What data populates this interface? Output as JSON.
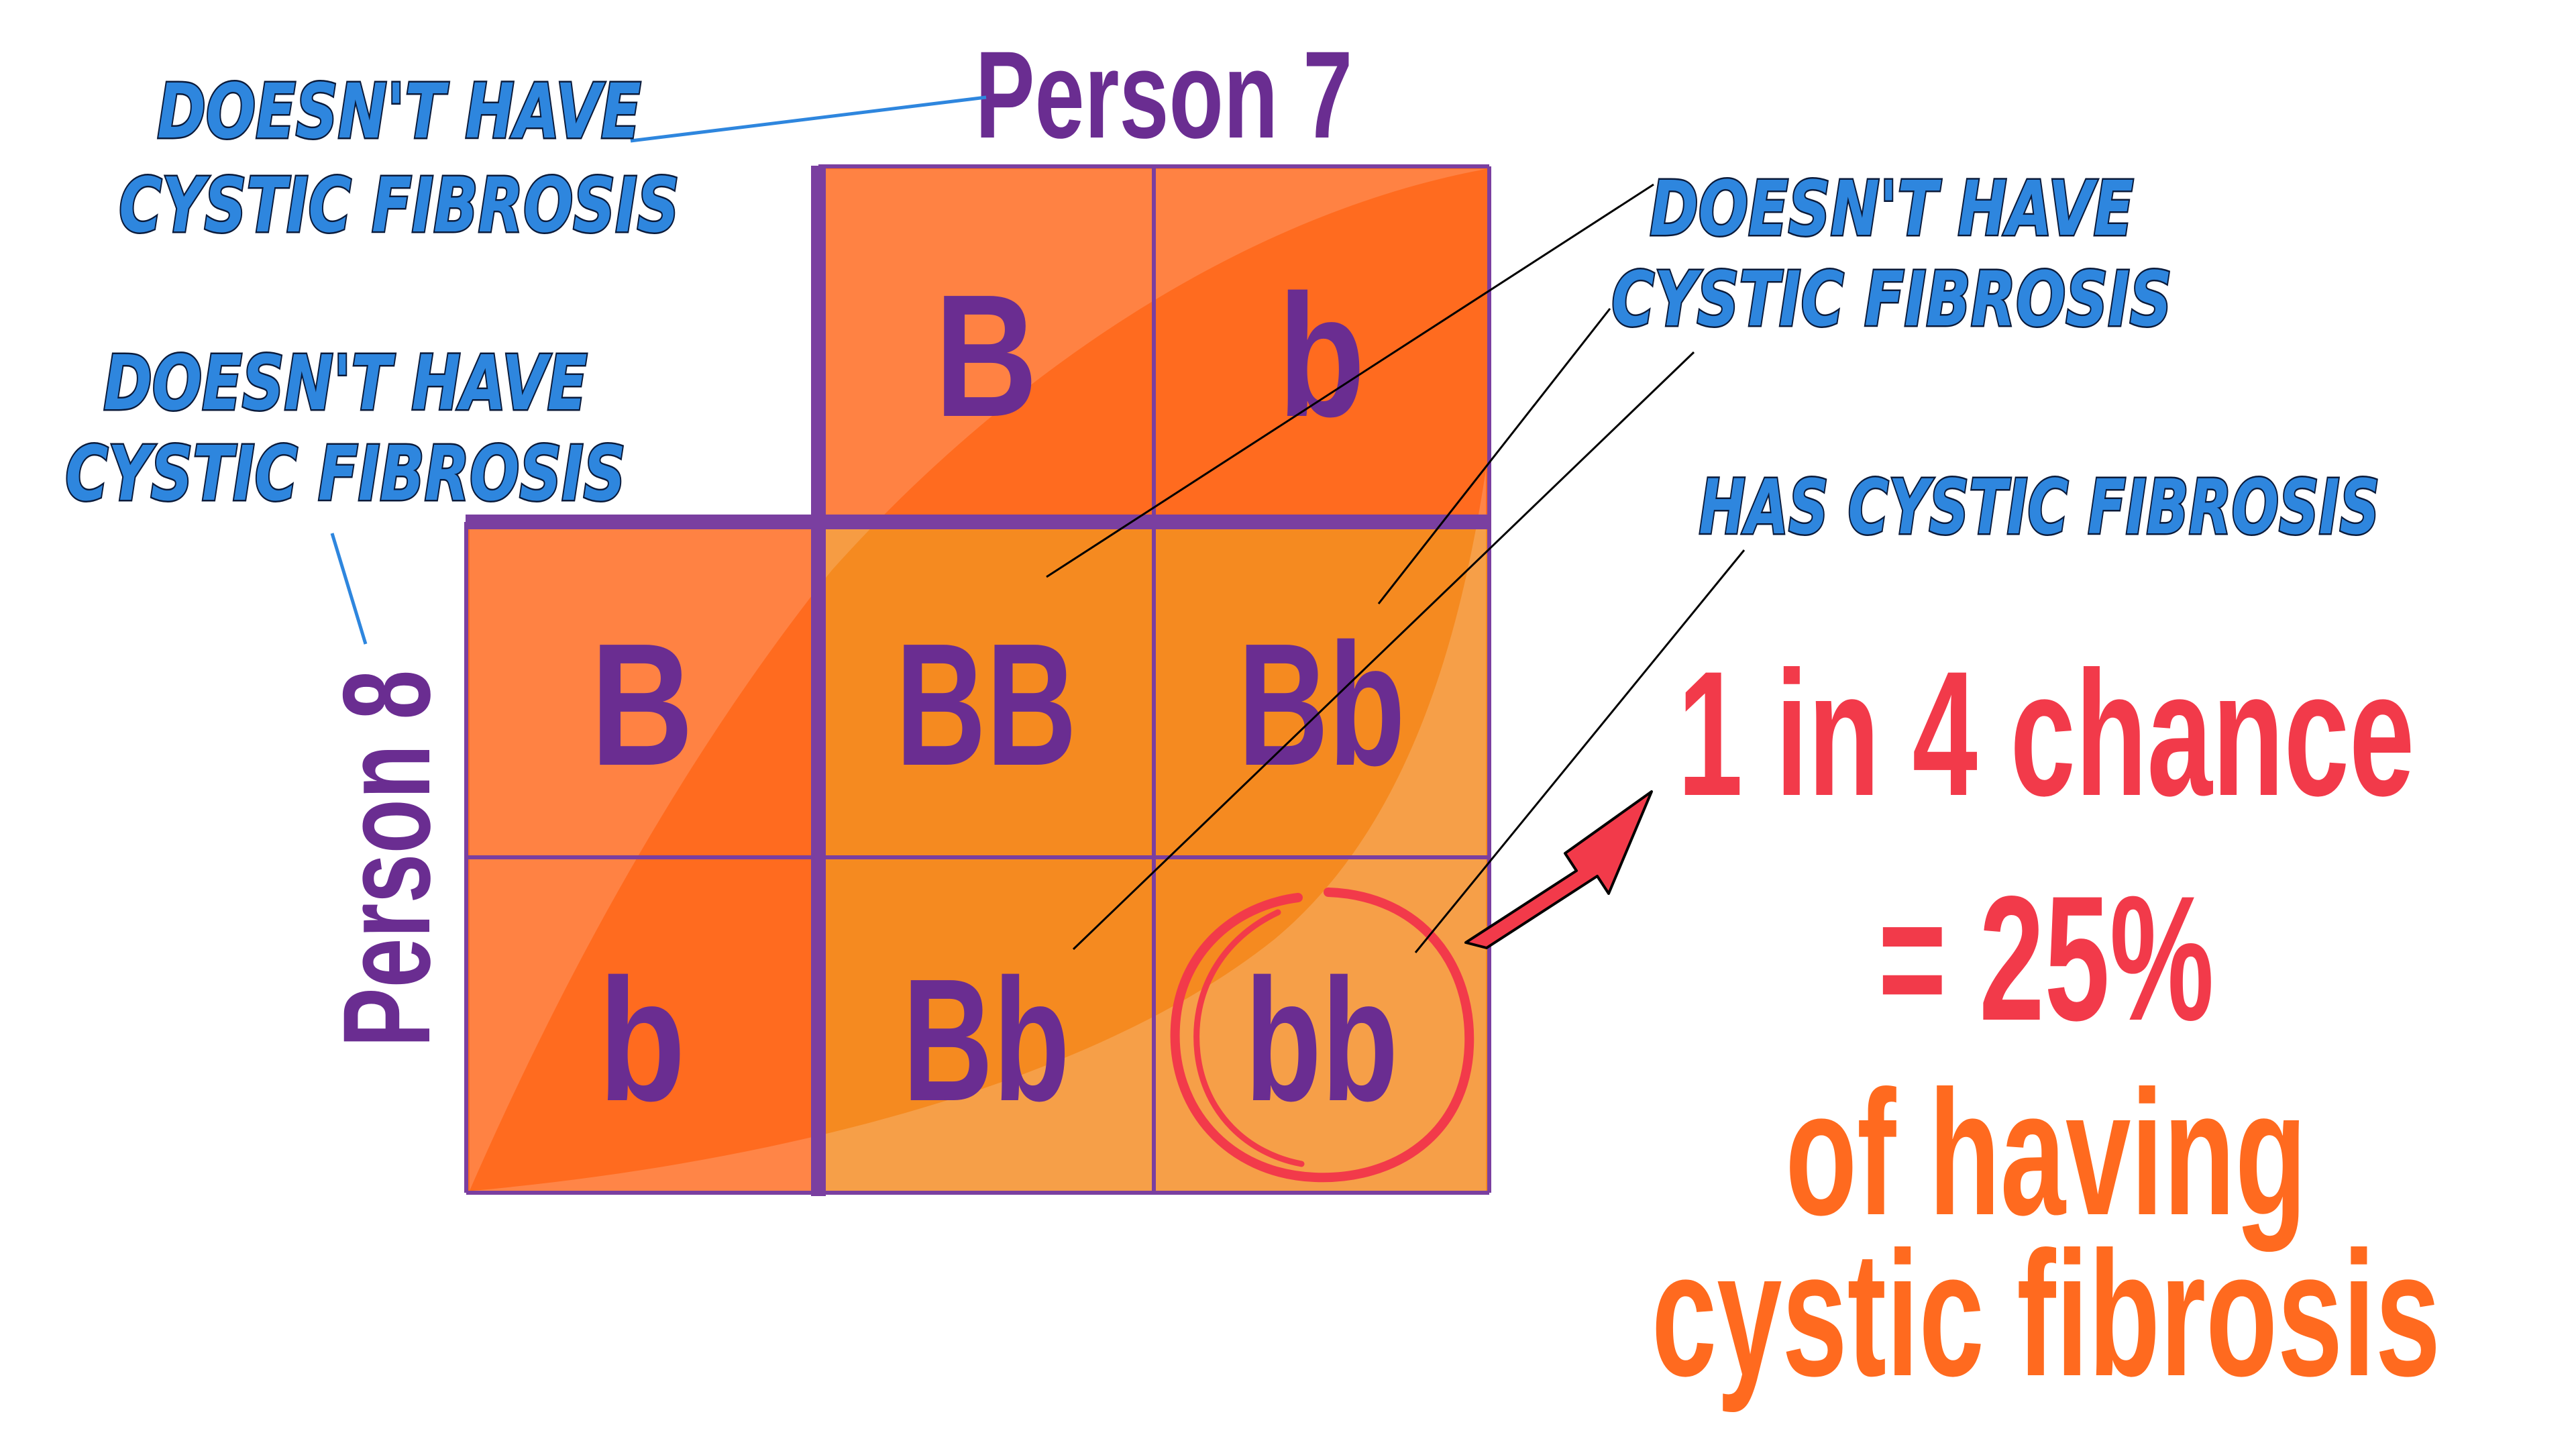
{
  "colors": {
    "purple": "#6a2d91",
    "outer_orange": "#ff6b1f",
    "inner_orange": "#f58a20",
    "label_blue": "#2e86de",
    "red": "#f23a4a",
    "orange_text": "#ff6a1f"
  },
  "parents": {
    "top_label": "Person 7",
    "left_label": "Person 8",
    "top_alleles": [
      "B",
      "b"
    ],
    "left_alleles": [
      "B",
      "b"
    ]
  },
  "offspring": [
    [
      "BB",
      "Bb"
    ],
    [
      "Bb",
      "bb"
    ]
  ],
  "annotations": {
    "person7_status_line1": "DOESN'T HAVE",
    "person7_status_line2": "CYSTIC FIBROSIS",
    "person8_status_line1": "DOESN'T HAVE",
    "person8_status_line2": "CYSTIC FIBROSIS",
    "carriers_status_line1": "DOESN'T HAVE",
    "carriers_status_line2": "CYSTIC FIBROSIS",
    "affected_status": "HAS CYSTIC FIBROSIS"
  },
  "result": {
    "line1": "1 in 4 chance",
    "line2": "= 25%",
    "line3": "of having",
    "line4": "cystic fibrosis"
  }
}
